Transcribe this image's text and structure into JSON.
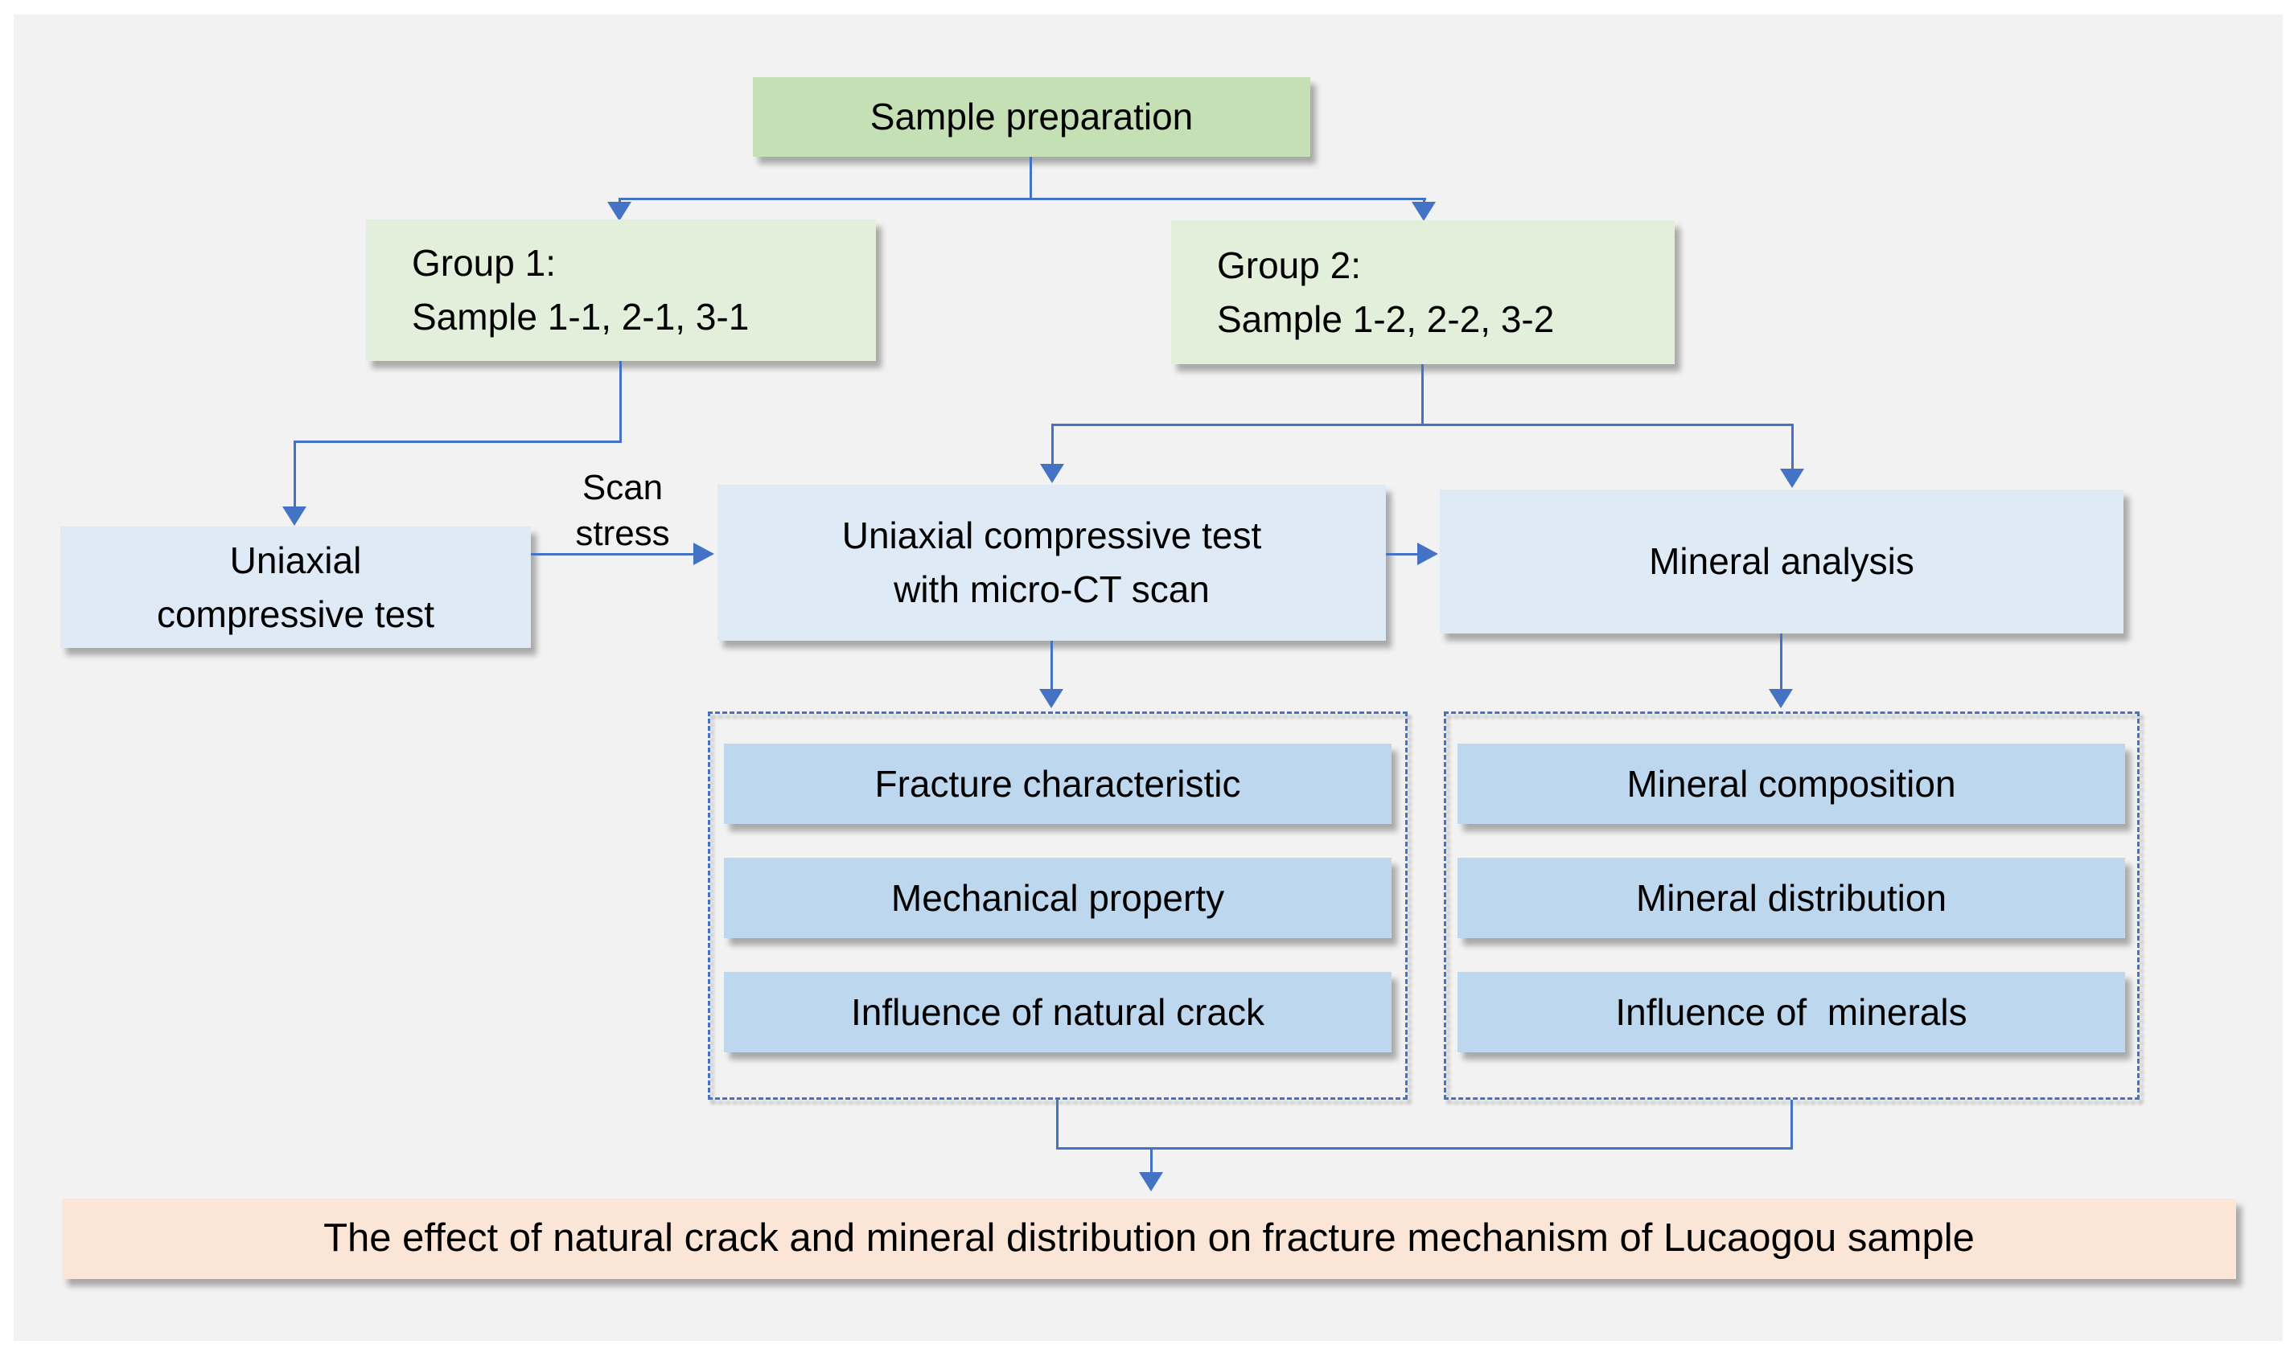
{
  "figure": {
    "kind": "research-workflow-flowchart",
    "colors": {
      "page_bg": "#ffffff",
      "panel_bg": "#f2f2f2",
      "green_header": "#c5e0b4",
      "green_light": "#e2efda",
      "blue_light": "#deebf7",
      "blue_mid": "#bdd7ee",
      "peach": "#fbe5d6",
      "line": "#4472c4",
      "text": "#000000"
    },
    "nodes": {
      "sample_prep": "Sample preparation",
      "group1_line1": "Group 1:",
      "group1_line2": "Sample 1-1, 2-1, 3-1",
      "group2_line1": "Group 2:",
      "group2_line2": "Sample 1-2, 2-2, 3-2",
      "uniaxial_line1": "Uniaxial",
      "uniaxial_line2": "compressive test",
      "scan_stress_label": "Scan stress",
      "microct_line1": "Uniaxial compressive test",
      "microct_line2": "with micro-CT scan",
      "mineral_analysis": "Mineral analysis",
      "left_outcomes": [
        "Fracture characteristic",
        "Mechanical property",
        "Influence of natural crack"
      ],
      "right_outcomes": [
        "Mineral composition",
        "Mineral distribution",
        "Influence of  minerals"
      ],
      "conclusion": "The effect of natural crack and mineral distribution on fracture mechanism of Lucaogou sample"
    }
  }
}
